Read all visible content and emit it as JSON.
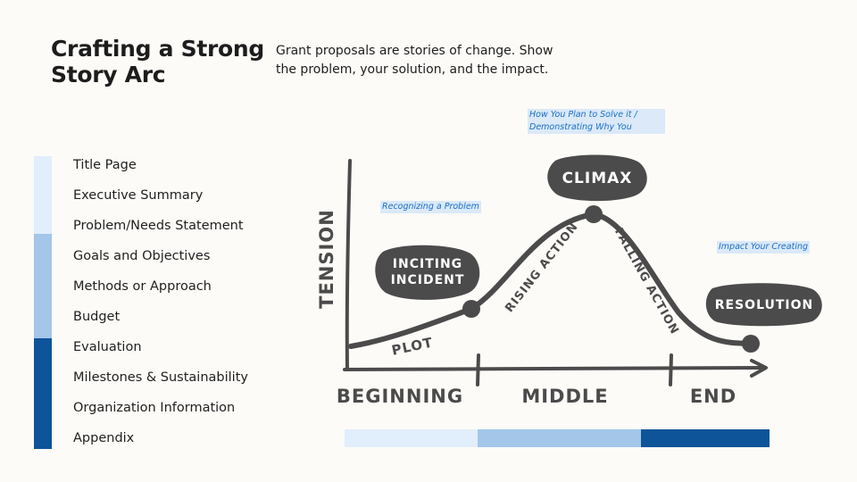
{
  "slide": {
    "title": "Crafting a Strong Story Arc",
    "intro": "Grant proposals are stories of change. Show the problem, your solution, and the impact."
  },
  "outline": [
    "Title Page",
    "Executive Summary",
    "Problem/Needs Statement",
    "Goals and Objectives",
    "Methods or Approach",
    "Budget",
    "Evaluation",
    "Milestones & Sustainability",
    "Organization Information",
    "Appendix"
  ],
  "diagram": {
    "y_axis": "TENSION",
    "stages": {
      "beginning": "BEGINNING",
      "middle": "MIDDLE",
      "end": "END"
    },
    "bubbles": {
      "inciting": [
        "INCITING",
        "INCIDENT"
      ],
      "climax": "CLIMAX",
      "resolution": "RESOLUTION"
    },
    "curve_labels": {
      "plot": "PLOT",
      "rising": "RISING ACTION",
      "falling": "FALLING ACTION"
    }
  },
  "annotations": {
    "solve": [
      "How You Plan to Solve it /",
      "Demonstrating Why You"
    ],
    "problem": "Recognizing a Problem",
    "impact": "Impact Your Creating"
  },
  "colors": {
    "light_blue": "#e1eefb",
    "mid_blue": "#a3c6e9",
    "dark_blue": "#0d5499",
    "ink": "#4b4b4b",
    "note_text": "#1a6fc7",
    "note_highlight": "#dbe9f8"
  }
}
